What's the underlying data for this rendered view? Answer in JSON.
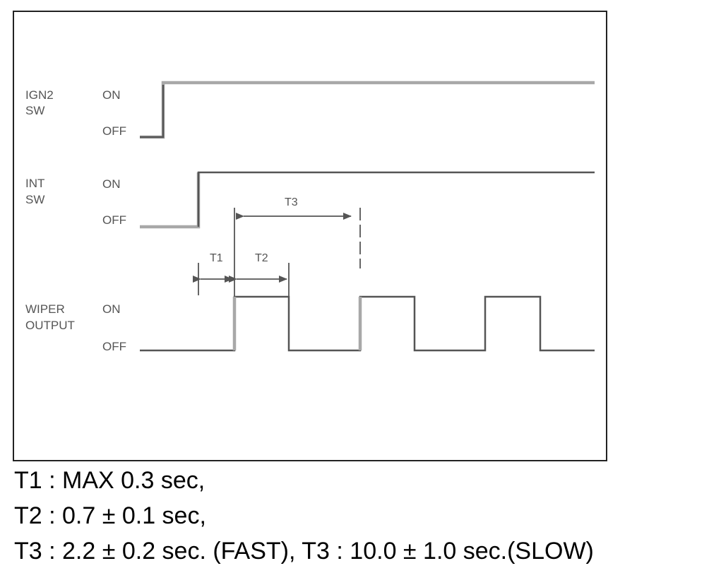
{
  "signals": [
    {
      "id": "ign2",
      "label_line1": "IGN2",
      "label_line2": "SW",
      "on_label": "ON",
      "off_label": "OFF"
    },
    {
      "id": "int",
      "label_line1": "INT",
      "label_line2": "SW",
      "on_label": "ON",
      "off_label": "OFF"
    },
    {
      "id": "wiper",
      "label_line1": "WIPER",
      "label_line2": "OUTPUT",
      "on_label": "ON",
      "off_label": "OFF"
    }
  ],
  "intervals": {
    "t1": "T1",
    "t2": "T2",
    "t3": "T3"
  },
  "notes": [
    "T1 : MAX 0.3 sec,",
    "T2 : 0.7 ± 0.1 sec,",
    "T3 : 2.2 ± 0.2 sec. (FAST), T3 : 10.0 ± 1.0 sec.(SLOW)"
  ]
}
